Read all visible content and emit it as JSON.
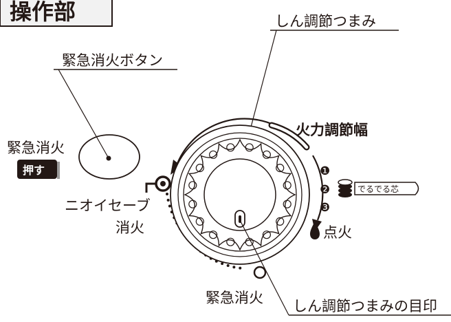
{
  "title": "操作部",
  "labels": {
    "emergency_button": "緊急消火ボタン",
    "wick_knob": "しん調節つまみ",
    "heat_range": "火力調節幅",
    "emergency_side": "緊急消火",
    "push": "押す",
    "odorless_line1": "ニオイセーブ",
    "odorless_line2": "消火",
    "emergency_bottom": "緊急消火",
    "knob_mark": "しん調節つまみの目印",
    "ignition": "点火",
    "dederu_shin": "でるでる芯",
    "levels": [
      "❶",
      "❷",
      "❸"
    ]
  },
  "colors": {
    "line": "#231815",
    "push_bg": "#231815",
    "push_fg": "#ffffff",
    "title_bg": "#f2f2f2"
  }
}
